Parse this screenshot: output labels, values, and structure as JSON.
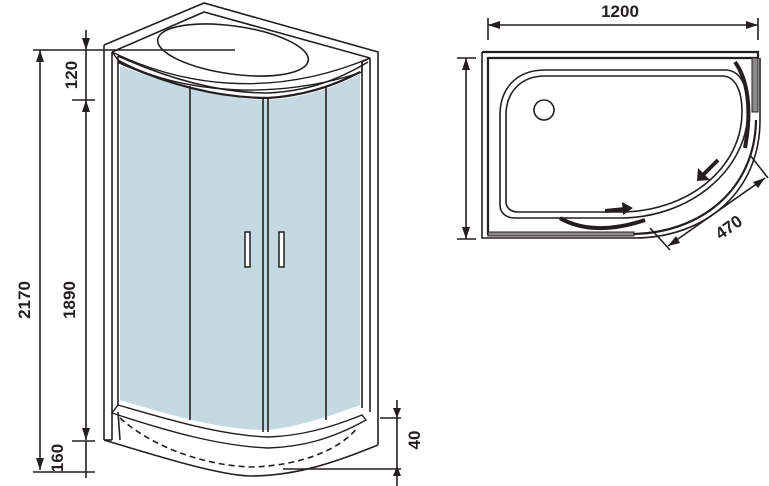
{
  "diagram": {
    "type": "technical-drawing",
    "subject": "quarter-round shower cabin, left configuration",
    "colors": {
      "line": "#231f20",
      "glass": "#c5d9e3",
      "background": "#ffffff"
    },
    "front_view": {
      "dimensions": {
        "top_section": "120",
        "door_height": "1890",
        "total_height": "2170",
        "tray_height": "160",
        "tray_step": "40"
      }
    },
    "plan_view": {
      "dimensions": {
        "width": "1200",
        "door_width": "470",
        "depth": ""
      },
      "features": [
        "drain-hole",
        "sliding-door-arrow-left",
        "sliding-door-arrow-right"
      ]
    }
  }
}
